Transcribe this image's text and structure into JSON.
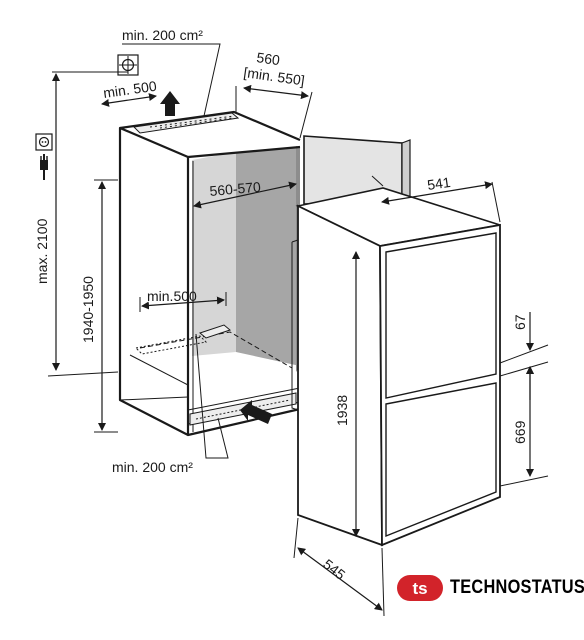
{
  "labels": {
    "vent_top": "min. 200 cm²",
    "vent_bottom": "min. 200 cm²",
    "opening_top": "min. 500",
    "opening_floor": "min.500",
    "niche_depth": "560",
    "niche_depth_min": "[min. 550]",
    "niche_width": "560-570",
    "niche_height": "1940-1950",
    "max_height": "max. 2100",
    "appliance_width": "541",
    "appliance_height": "1938",
    "appliance_depth": "545",
    "door_top_gap": "67",
    "door_bottom": "669"
  },
  "brand": {
    "name": "TECHNOSTATUS",
    "logo_letters": "ts",
    "color": "#d2232a"
  },
  "colors": {
    "niche_interior": "#a6a6a6",
    "niche_side": "#d6d6d6",
    "door_panel": "#e4e4e4"
  }
}
